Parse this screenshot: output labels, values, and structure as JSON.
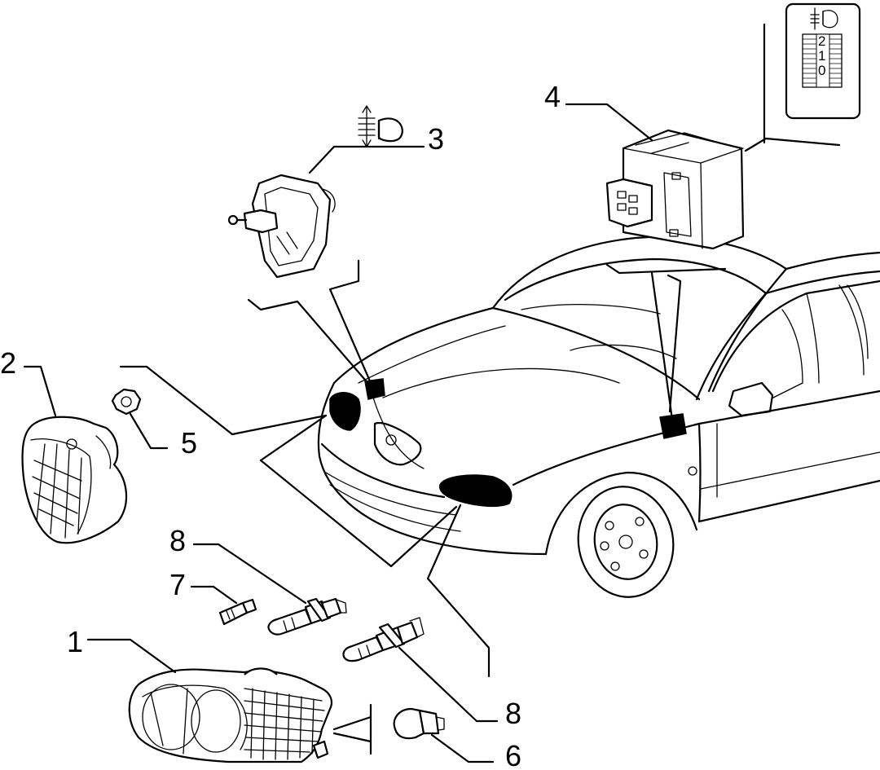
{
  "callouts": {
    "c1": "1",
    "c2": "2",
    "c3": "3",
    "c4": "4",
    "c5": "5",
    "c6": "6",
    "c7": "7",
    "c8a": "8",
    "c8b": "8"
  },
  "switch_panel": {
    "positions": [
      "2",
      "1",
      "0"
    ]
  },
  "icons": {
    "headlight_level": "headlight-leveling-icon"
  }
}
